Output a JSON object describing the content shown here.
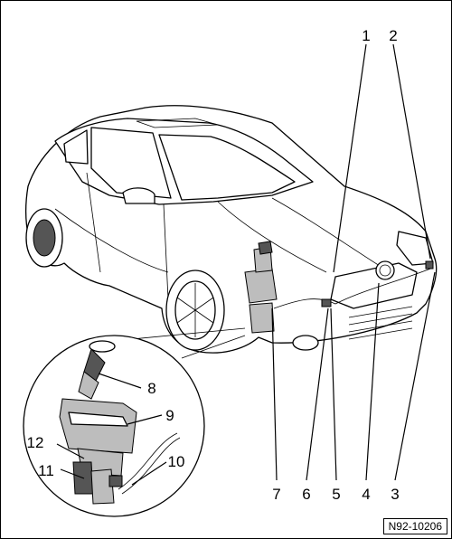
{
  "diagram": {
    "reference_code": "N92-10206",
    "callouts": [
      {
        "id": "1",
        "label": "1"
      },
      {
        "id": "2",
        "label": "2"
      },
      {
        "id": "3",
        "label": "3"
      },
      {
        "id": "4",
        "label": "4"
      },
      {
        "id": "5",
        "label": "5"
      },
      {
        "id": "6",
        "label": "6"
      },
      {
        "id": "7",
        "label": "7"
      },
      {
        "id": "8",
        "label": "8"
      },
      {
        "id": "9",
        "label": "9"
      },
      {
        "id": "10",
        "label": "10"
      },
      {
        "id": "11",
        "label": "11"
      },
      {
        "id": "12",
        "label": "12"
      }
    ]
  }
}
